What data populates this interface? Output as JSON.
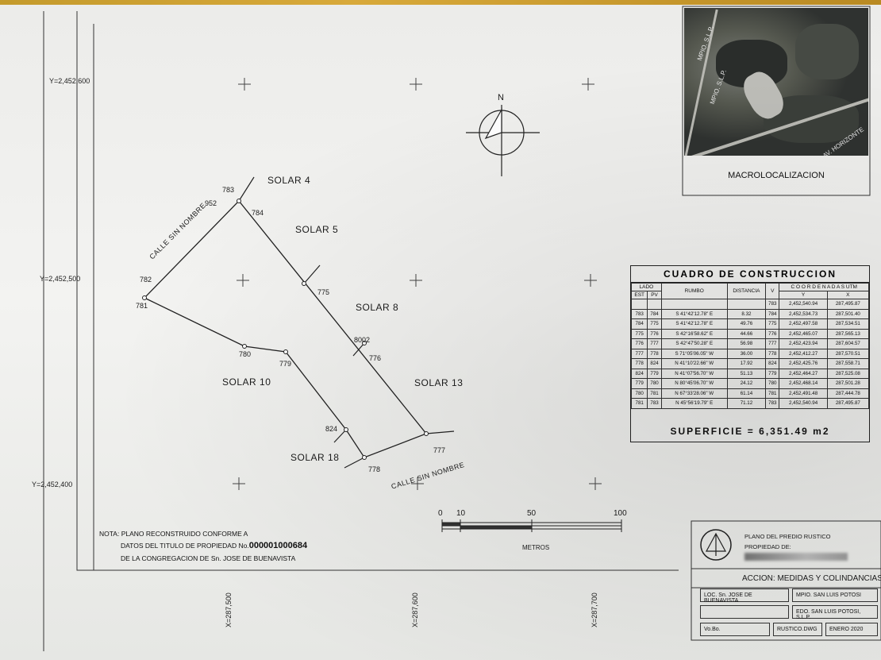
{
  "grid": {
    "y_labels": [
      "Y=2,452,600",
      "Y=2,452,500",
      "Y=2,452,400"
    ],
    "x_labels": [
      "X=287,500",
      "X=287,600",
      "X=287,700"
    ]
  },
  "north_label": "N",
  "solares": [
    "SOLAR 4",
    "SOLAR 5",
    "SOLAR 8",
    "SOLAR 10",
    "SOLAR 13",
    "SOLAR 18"
  ],
  "points": [
    "783",
    "784",
    "952",
    "782",
    "781",
    "775",
    "8002",
    "776",
    "780",
    "779",
    "824",
    "777",
    "778"
  ],
  "streets": [
    "CALLE SIN NOMBRE",
    "CALLE SIN NOMBRE"
  ],
  "macro": {
    "caption": "MACROLOCALIZACION",
    "photo_labels": [
      "MPIO. S.L.P.",
      "MPIO. S.L.P.",
      "AV. HORIZONTE"
    ]
  },
  "cuadro": {
    "title": "CUADRO DE CONSTRUCCION",
    "headers": {
      "lado": "LADO",
      "est": "EST",
      "pv": "PV",
      "rumbo": "RUMBO",
      "distancia": "DISTANCIA",
      "v": "V",
      "coordenadas": "C O O R D E N A D A S UTM",
      "y": "Y",
      "x": "X"
    },
    "first_row": [
      "",
      "",
      "",
      "",
      "783",
      "2,452,540.94",
      "287,495.87"
    ],
    "rows": [
      [
        "783",
        "784",
        "S 41°42'12.78\" E",
        "8.32",
        "784",
        "2,452,534.73",
        "287,501.40"
      ],
      [
        "784",
        "775",
        "S 41°42'12.78\" E",
        "49.76",
        "775",
        "2,452,497.58",
        "287,534.51"
      ],
      [
        "775",
        "776",
        "S 42°16'58.62\" E",
        "44.66",
        "776",
        "2,452,465.07",
        "287,565.13"
      ],
      [
        "776",
        "777",
        "S 42°47'50.28\" E",
        "56.98",
        "777",
        "2,452,423.94",
        "287,604.57"
      ],
      [
        "777",
        "778",
        "S 71°05'06.05\" W",
        "36.00",
        "778",
        "2,452,412.27",
        "287,570.51"
      ],
      [
        "778",
        "824",
        "N 41°10'22.66\" W",
        "17.92",
        "824",
        "2,452,425.76",
        "287,558.71"
      ],
      [
        "824",
        "779",
        "N 41°07'56.70\" W",
        "51.13",
        "779",
        "2,452,464.27",
        "287,525.08"
      ],
      [
        "779",
        "780",
        "N 80°45'06.70\" W",
        "24.12",
        "780",
        "2,452,468.14",
        "287,501.28"
      ],
      [
        "780",
        "781",
        "N 67°33'28.06\" W",
        "61.14",
        "781",
        "2,452,491.48",
        "287,444.78"
      ],
      [
        "781",
        "783",
        "N 45°56'19.79\" E",
        "71.12",
        "783",
        "2,452,540.94",
        "287,495.87"
      ]
    ],
    "superficie": "SUPERFICIE = 6,351.49 m2"
  },
  "scale": {
    "ticks": [
      "0",
      "10",
      "50",
      "100"
    ],
    "unit": "METROS"
  },
  "note": {
    "line1": "NOTA: PLANO RECONSTRUIDO CONFORME A",
    "line2_prefix": "DATOS DEL TITULO DE PROPIEDAD No.",
    "line2_number": "000001000684",
    "line3": "DE LA CONGREGACION DE Sn. JOSE DE BUENAVISTA"
  },
  "titleblock": {
    "plano": "PLANO DEL PREDIO RUSTICO",
    "propiedad": "PROPIEDAD DE:",
    "accion": "ACCION: MEDIDAS Y COLINDANCIAS",
    "loc": "LOC. Sn. JOSE DE BUENAVISTA",
    "mpio": "MPIO. SAN LUIS POTOSI",
    "edo": "EDO. SAN LUIS POTOSI, S.L.P.",
    "escala": "RUSTICO.DWG",
    "fecha": "ENERO 2020",
    "valido": "Vo.Bo."
  }
}
